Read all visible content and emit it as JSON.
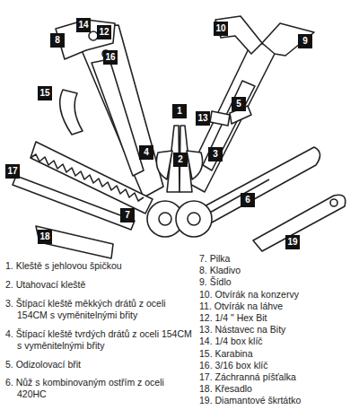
{
  "diagram": {
    "labels": [
      "14",
      "12",
      "8",
      "16",
      "10",
      "9",
      "1",
      "15",
      "13",
      "5",
      "4",
      "2",
      "3",
      "17",
      "6",
      "7",
      "19",
      "18",
      "1. Kleště s jehlovou špičkou",
      "2. Utahovací kleště",
      "3. Štípací kleště měkkých drátů z oceli 154CM s vyměnitelnými břity",
      "4. Štípací kleště tvrdých drátů z oceli 154CM s vyměnitelnými břity",
      "5. Odizolovací břit",
      "6. Nůž s kombinovaným ostřím z oceli 420HC",
      "7. Pilka",
      "8. Kladivo",
      "9. Šídlo",
      "10. Otvírák na konzervy",
      "11. Otvírák na láhve",
      "12. 1/4 \" Hex Bit",
      "13. Nástavec na Bity",
      "14. 1/4 box klíč",
      "15. Karabina",
      "16. 3/16 box klíč",
      "17. Záchranná píšťalka",
      "18. Křesadlo",
      "19. Diamantové škrtátko"
    ]
  }
}
